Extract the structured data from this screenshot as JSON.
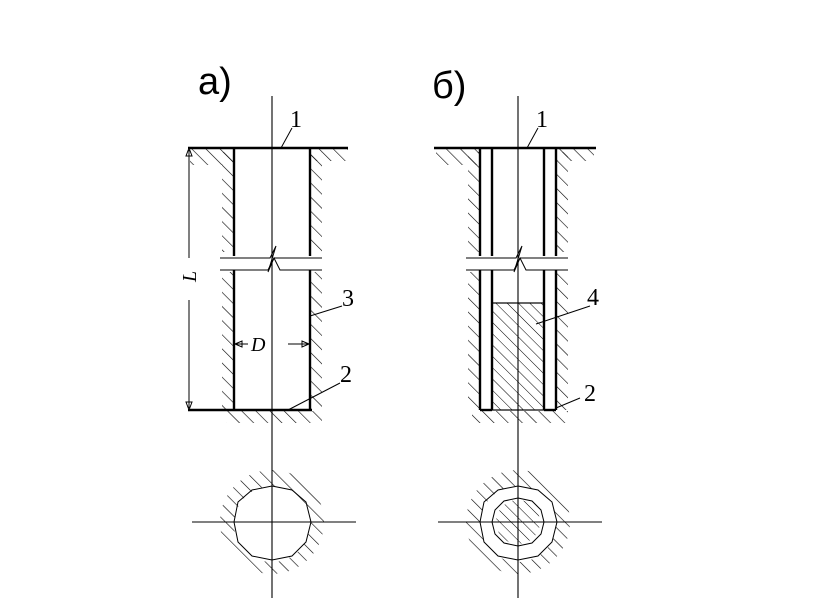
{
  "panels": {
    "a": {
      "label": "а)"
    },
    "b": {
      "label": "б)"
    }
  },
  "callouts": {
    "a_ground": "1",
    "a_bottom": "2",
    "a_wall": "3",
    "b_ground": "1",
    "b_bottom": "2",
    "b_core": "4"
  },
  "dimensions": {
    "length": "L",
    "diameter": "D"
  }
}
